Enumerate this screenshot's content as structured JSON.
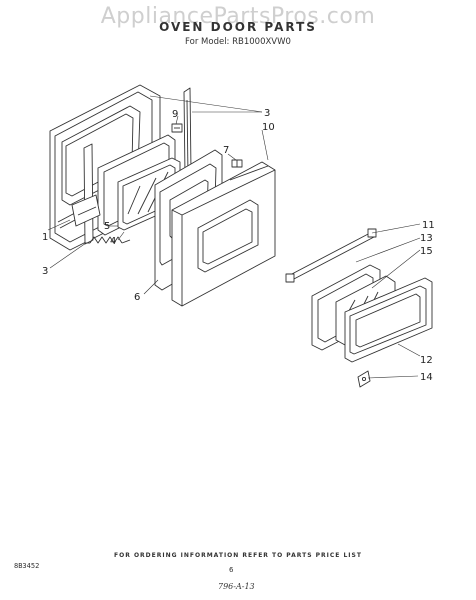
{
  "header": {
    "watermark": "AppliancePartsPros.com",
    "title": "OVEN DOOR PARTS",
    "subtitle": "For Model: RB1000XVW0"
  },
  "callouts": {
    "c3_top": "3",
    "c10": "10",
    "c9": "9",
    "c7": "7",
    "c5": "5",
    "c4": "4",
    "c1": "1",
    "c3_left": "3",
    "c6": "6",
    "c11": "11",
    "c13": "13",
    "c15": "15",
    "c12": "12",
    "c14": "14"
  },
  "footer": {
    "order_info": "FOR ORDERING INFORMATION REFER TO PARTS PRICE LIST",
    "doc_code": "8B3452",
    "page_number": "6",
    "bottom_code": "796-A-13"
  }
}
